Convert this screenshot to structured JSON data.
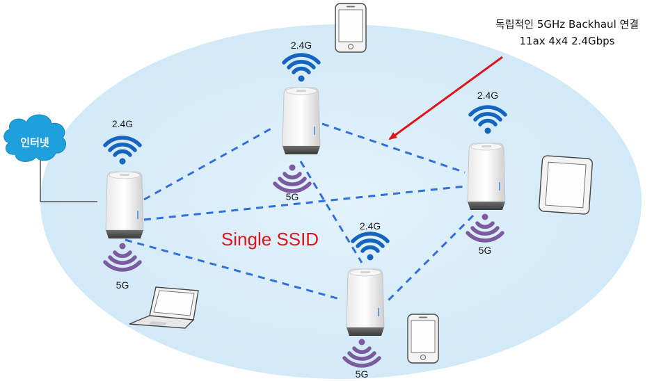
{
  "annotation": {
    "line1": "독립적인 5GHz Backhaul 연결",
    "line2": "11ax 4x4 2.4Gbps",
    "color": "#e0141c"
  },
  "internet_label": "인터넷",
  "center_label": "Single SSID",
  "colors": {
    "area": "#d7ecf8",
    "cloud": "#1ea0dc",
    "wifi_24": "#1565c0",
    "wifi_5": "#7b5aa0",
    "backhaul_line": "#2f6fe0",
    "ssid_text": "#e0141c"
  },
  "nodes": [
    {
      "id": "left",
      "band_24": "2.4G",
      "band_5": "5G"
    },
    {
      "id": "top",
      "band_24": "2.4G",
      "band_5": "5G"
    },
    {
      "id": "right",
      "band_24": "2.4G",
      "band_5": "5G"
    },
    {
      "id": "bottom",
      "band_24": "2.4G",
      "band_5": "5G"
    }
  ],
  "devices": [
    "phone-top",
    "tablet-right",
    "laptop-left",
    "phone-bottom"
  ]
}
